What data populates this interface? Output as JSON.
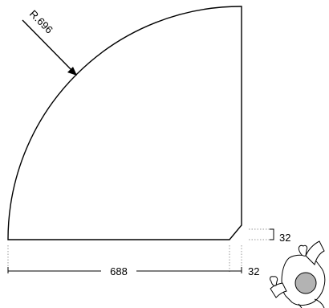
{
  "diagram": {
    "radius_label": "R.696",
    "width_label": "688",
    "corner_chamfer_label_x": "32",
    "corner_chamfer_label_y": "32",
    "icon": "person-top-view-icon",
    "colors": {
      "line": "#000000",
      "dotted": "#999999",
      "person_fill": "#ffffff",
      "person_head": "#b3b3b3"
    }
  }
}
